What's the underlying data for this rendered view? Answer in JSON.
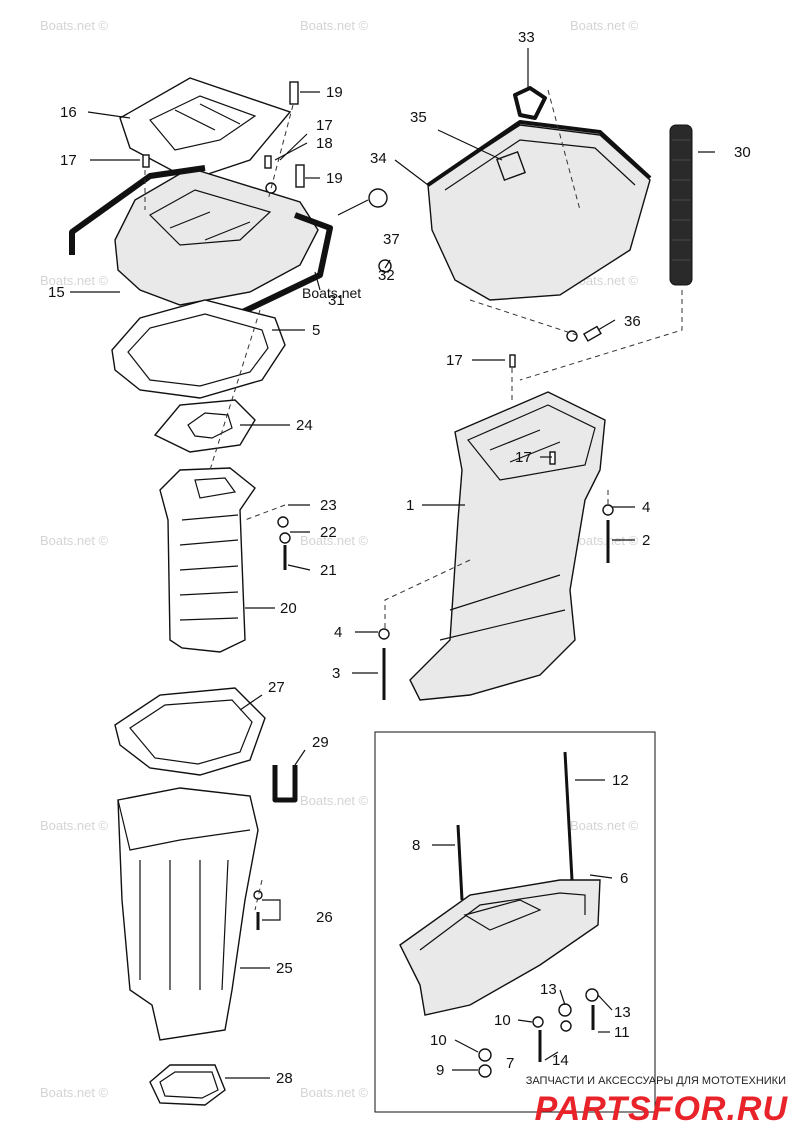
{
  "diagram": {
    "callouts": [
      {
        "id": "c16",
        "text": "16"
      },
      {
        "id": "c19a",
        "text": "19"
      },
      {
        "id": "c17a",
        "text": "17"
      },
      {
        "id": "c17b",
        "text": "17"
      },
      {
        "id": "c18",
        "text": "18"
      },
      {
        "id": "c19b",
        "text": "19"
      },
      {
        "id": "c33",
        "text": "33"
      },
      {
        "id": "c35",
        "text": "35"
      },
      {
        "id": "c34",
        "text": "34"
      },
      {
        "id": "c30",
        "text": "30"
      },
      {
        "id": "c37",
        "text": "37"
      },
      {
        "id": "c32",
        "text": "32"
      },
      {
        "id": "c15",
        "text": "15"
      },
      {
        "id": "c31",
        "text": "31"
      },
      {
        "id": "c5",
        "text": "5"
      },
      {
        "id": "c36",
        "text": "36"
      },
      {
        "id": "c17c",
        "text": "17"
      },
      {
        "id": "c24",
        "text": "24"
      },
      {
        "id": "c17d",
        "text": "17"
      },
      {
        "id": "c1",
        "text": "1"
      },
      {
        "id": "c4a",
        "text": "4"
      },
      {
        "id": "c23",
        "text": "23"
      },
      {
        "id": "c22",
        "text": "22"
      },
      {
        "id": "c2",
        "text": "2"
      },
      {
        "id": "c21",
        "text": "21"
      },
      {
        "id": "c20",
        "text": "20"
      },
      {
        "id": "c4b",
        "text": "4"
      },
      {
        "id": "c3",
        "text": "3"
      },
      {
        "id": "c27",
        "text": "27"
      },
      {
        "id": "c29",
        "text": "29"
      },
      {
        "id": "c12",
        "text": "12"
      },
      {
        "id": "c8",
        "text": "8"
      },
      {
        "id": "c6",
        "text": "6"
      },
      {
        "id": "c26",
        "text": "26"
      },
      {
        "id": "c25",
        "text": "25"
      },
      {
        "id": "c13a",
        "text": "13"
      },
      {
        "id": "c13b",
        "text": "13"
      },
      {
        "id": "c10a",
        "text": "10"
      },
      {
        "id": "c11",
        "text": "11"
      },
      {
        "id": "c10b",
        "text": "10"
      },
      {
        "id": "c7",
        "text": "7"
      },
      {
        "id": "c14",
        "text": "14"
      },
      {
        "id": "c9",
        "text": "9"
      },
      {
        "id": "c28",
        "text": "28"
      }
    ],
    "watermark": "Boats.net ©",
    "site_label": "Boats.net",
    "brand_tagline": "ЗАПЧАСТИ И АКСЕССУАРЫ ДЛЯ МОТОТЕХНИКИ",
    "brand_logo": "PARTSFOR.RU"
  }
}
